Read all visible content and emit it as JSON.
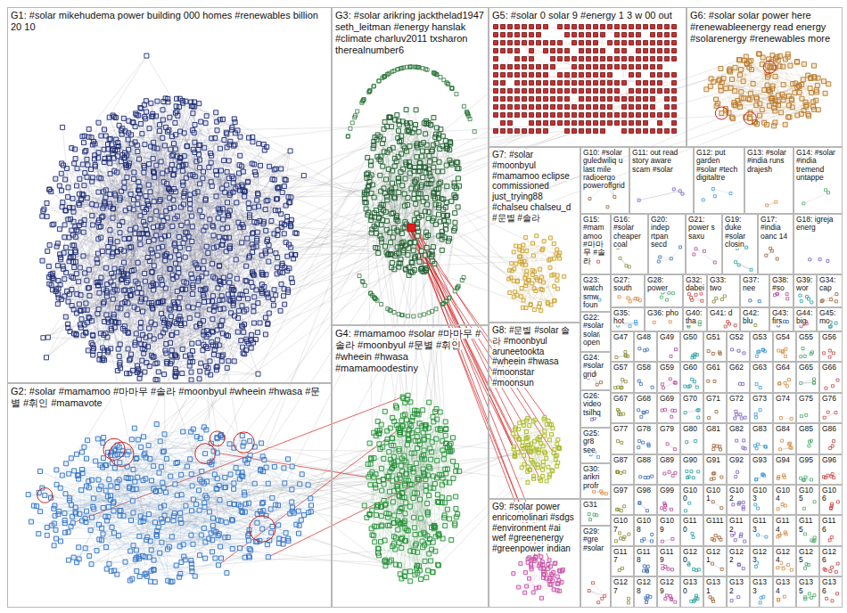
{
  "diagram": {
    "nodes": [
      {
        "text": [
          "G1: #solar mikehudema power building 000 homes #renewables billion 20 10"
        ]
      },
      {
        "text": [
          "G2: #solar #mamamoo #마마무 #솔라 #moonbyul #wheein #hwasa #문별 #휘인 #mamavote"
        ]
      },
      {
        "text": [
          "G3: #solar arikring jackthelad1947 seth_leitman #energy hanslak #climate charluv2011 txsharon therealnumber6"
        ]
      },
      {
        "text": [
          "G4: #mamamoo #solar #마마무 #솔라 #moonbyul #문별 #휘인 #wheein #hwasa #mamamoodestiny"
        ]
      },
      {
        "text": [
          "G5: #solar 0 solar 9 #energy 1 3 w 00 out"
        ]
      },
      {
        "text": [
          "G6: #solar solar power here #renewableenergy read energy #solarenergy #renewables more"
        ]
      },
      {
        "text": [
          "G7: #solar #moonbyul #mamamoo eclipse commissioned just_trying88 #chalseu chalseu_d #문별 #솔라"
        ]
      },
      {
        "text": [
          "G8: #문별 #solar 솔라 #moonbyul aruneetookta #wheein #hwasa #moonstar #moonsun"
        ]
      },
      {
        "text": [
          "G9: #solar power enricomolinari #sdgs #environment #ai wef #greenenergy #greenpower indian"
        ]
      },
      {
        "text": [
          "G10: #solar guledwiliq u last mile radjoergo poweroffgrid"
        ]
      },
      {
        "text": [
          "G11: out read story aware scam #solar"
        ]
      },
      {
        "text": [
          "G12: put garden #solar #tech digitaltre"
        ]
      },
      {
        "text": [
          "G13: #solar #india runs drajesh"
        ]
      },
      {
        "text": [
          "G14: #solar #india tremend untappe"
        ]
      },
      {
        "text": [
          "G15: #mamamoo #마마무 #솔라"
        ]
      },
      {
        "text": [
          "G16: #solar cheaper coal"
        ]
      },
      {
        "text": [
          "G20: indep rtpan secd"
        ]
      },
      {
        "text": [
          "G21: power s saxu"
        ]
      },
      {
        "text": [
          "G19: duke #solar closin"
        ]
      },
      {
        "text": [
          "G17: #india oanc 14"
        ]
      },
      {
        "text": [
          "G18: igreja energ"
        ]
      },
      {
        "text": [
          "G23: watch smw foun"
        ]
      },
      {
        "text": [
          "G27: south"
        ]
      },
      {
        "text": [
          "G28: power"
        ]
      },
      {
        "text": [
          "G32: dabei"
        ]
      },
      {
        "text": [
          "G33: two"
        ]
      },
      {
        "text": [
          "G37: nee"
        ]
      },
      {
        "text": [
          "G38: #so"
        ]
      },
      {
        "text": [
          "G39: wor"
        ]
      },
      {
        "text": [
          "G34: cap"
        ]
      },
      {
        "text": [
          "G22: #solar solar open"
        ]
      },
      {
        "text": [
          "G35: hot"
        ]
      },
      {
        "text": [
          "G36: pho"
        ]
      },
      {
        "text": [
          "G40: tha"
        ]
      },
      {
        "text": [
          "G41: d"
        ]
      },
      {
        "text": [
          "G42: blu"
        ]
      },
      {
        "text": [
          "G43: firs"
        ]
      },
      {
        "text": [
          "G44: big"
        ]
      },
      {
        "text": [
          "G45: mo"
        ]
      },
      {
        "text": [
          "G24: #solar grid"
        ]
      },
      {
        "text": [
          "G26: video tsilhq"
        ]
      },
      {
        "text": [
          "G25: gr8 see"
        ]
      },
      {
        "text": [
          "G30: arikri profr"
        ]
      },
      {
        "text": [
          "G31"
        ]
      },
      {
        "text": [
          "G29: #gre #solar"
        ]
      },
      {
        "text": [
          "G47"
        ]
      },
      {
        "text": [
          "G48"
        ]
      },
      {
        "text": [
          "G49"
        ]
      },
      {
        "text": [
          "G50"
        ]
      },
      {
        "text": [
          "G51"
        ]
      },
      {
        "text": [
          "G52"
        ]
      },
      {
        "text": [
          "G53"
        ]
      },
      {
        "text": [
          "G54"
        ]
      },
      {
        "text": [
          "G55"
        ]
      },
      {
        "text": [
          "G56"
        ]
      },
      {
        "text": [
          "G57"
        ]
      },
      {
        "text": [
          "G58"
        ]
      },
      {
        "text": [
          "G59"
        ]
      },
      {
        "text": [
          "G60"
        ]
      },
      {
        "text": [
          "G61"
        ]
      },
      {
        "text": [
          "G62"
        ]
      },
      {
        "text": [
          "G63"
        ]
      },
      {
        "text": [
          "G64"
        ]
      },
      {
        "text": [
          "G65"
        ]
      },
      {
        "text": [
          "G66"
        ]
      },
      {
        "text": [
          "G67"
        ]
      },
      {
        "text": [
          "G68"
        ]
      },
      {
        "text": [
          "G69"
        ]
      },
      {
        "text": [
          "G70"
        ]
      },
      {
        "text": [
          "G71"
        ]
      },
      {
        "text": [
          "G72"
        ]
      },
      {
        "text": [
          "G73"
        ]
      },
      {
        "text": [
          "G74"
        ]
      },
      {
        "text": [
          "G75"
        ]
      },
      {
        "text": [
          "G76"
        ]
      },
      {
        "text": [
          "G77"
        ]
      },
      {
        "text": [
          "G78"
        ]
      },
      {
        "text": [
          "G79"
        ]
      },
      {
        "text": [
          "G80"
        ]
      },
      {
        "text": [
          "G81"
        ]
      },
      {
        "text": [
          "G82"
        ]
      },
      {
        "text": [
          "G83"
        ]
      },
      {
        "text": [
          "G84"
        ]
      },
      {
        "text": [
          "G85"
        ]
      },
      {
        "text": [
          "G86"
        ]
      },
      {
        "text": [
          "G87"
        ]
      },
      {
        "text": [
          "G88"
        ]
      },
      {
        "text": [
          "G89"
        ]
      },
      {
        "text": [
          "G90"
        ]
      },
      {
        "text": [
          "G91"
        ]
      },
      {
        "text": [
          "G92"
        ]
      },
      {
        "text": [
          "G93"
        ]
      },
      {
        "text": [
          "G94"
        ]
      },
      {
        "text": [
          "G95"
        ]
      },
      {
        "text": [
          "G96"
        ]
      },
      {
        "text": [
          "G97"
        ]
      },
      {
        "text": [
          "G98"
        ]
      },
      {
        "text": [
          "G99"
        ]
      },
      {
        "text": [
          "G100"
        ]
      },
      {
        "text": [
          "G101"
        ]
      },
      {
        "text": [
          "G102"
        ]
      },
      {
        "text": [
          "G103"
        ]
      },
      {
        "text": [
          "G104"
        ]
      },
      {
        "text": [
          "G105"
        ]
      },
      {
        "text": [
          "G106"
        ]
      },
      {
        "text": [
          "G107"
        ]
      },
      {
        "text": [
          "G108"
        ]
      },
      {
        "text": [
          "G109"
        ]
      },
      {
        "text": [
          "G110"
        ]
      },
      {
        "text": [
          "G111"
        ]
      },
      {
        "text": [
          "G112"
        ]
      },
      {
        "text": [
          "G113"
        ]
      },
      {
        "text": [
          "G114"
        ]
      },
      {
        "text": [
          "G115"
        ]
      },
      {
        "text": [
          "G116"
        ]
      },
      {
        "text": [
          "G117"
        ]
      },
      {
        "text": [
          "G118"
        ]
      },
      {
        "text": [
          "G119"
        ]
      },
      {
        "text": [
          "G120"
        ]
      },
      {
        "text": [
          "G121"
        ]
      },
      {
        "text": [
          "G122"
        ]
      },
      {
        "text": [
          "G123"
        ]
      },
      {
        "text": [
          "G124"
        ]
      },
      {
        "text": [
          "G125"
        ]
      },
      {
        "text": [
          "G126"
        ]
      },
      {
        "text": [
          "G127"
        ]
      },
      {
        "text": [
          "G128"
        ]
      },
      {
        "text": [
          "G129"
        ]
      },
      {
        "text": [
          "G130"
        ]
      },
      {
        "text": [
          "G131"
        ]
      },
      {
        "text": [
          "G132"
        ]
      },
      {
        "text": [
          "G133"
        ]
      },
      {
        "text": [
          "G134"
        ]
      },
      {
        "text": [
          "G135"
        ]
      },
      {
        "text": [
          "G136"
        ]
      }
    ]
  }
}
